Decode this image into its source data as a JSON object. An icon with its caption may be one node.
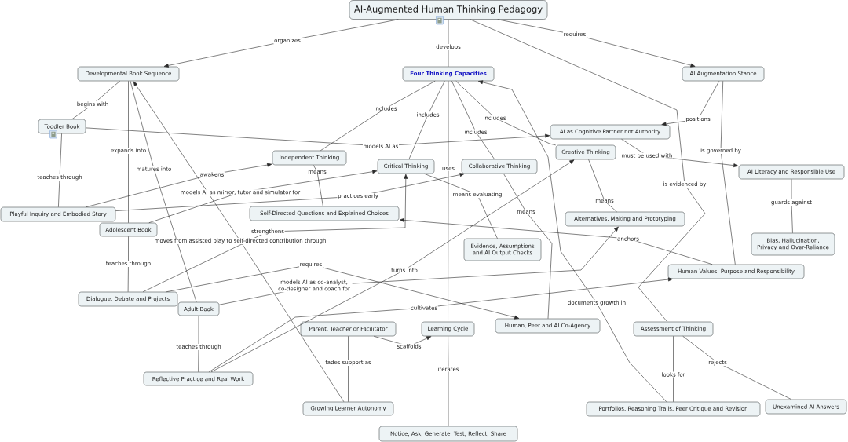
{
  "diagram": {
    "nodes": [
      {
        "text": [
          "AI-Augmented Human Thinking Pedagogy"
        ]
      },
      {
        "text": [
          "Developmental Book Sequence"
        ]
      },
      {
        "text": [
          "Four Thinking Capacities"
        ]
      },
      {
        "text": [
          "AI Augmentation Stance"
        ]
      },
      {
        "text": [
          "Toddler Book"
        ]
      },
      {
        "text": [
          "AI as Cognitive Partner not Authority"
        ]
      },
      {
        "text": [
          "Creative Thinking"
        ]
      },
      {
        "text": [
          "Independent Thinking"
        ]
      },
      {
        "text": [
          "Critical Thinking"
        ]
      },
      {
        "text": [
          "Collaborative Thinking"
        ]
      },
      {
        "text": [
          "AI Literacy and Responsible Use"
        ]
      },
      {
        "text": [
          "Playful Inquiry and Embodied Story"
        ]
      },
      {
        "text": [
          "Self-Directed Questions and Explained Choices"
        ]
      },
      {
        "text": [
          "Alternatives, Making and Prototyping"
        ]
      },
      {
        "text": [
          "Adolescent Book"
        ]
      },
      {
        "text": [
          "Bias, Hallucination, Privacy and Over-Reliance"
        ]
      },
      {
        "text": [
          "Evidence, Assumptions and AI Output Checks"
        ]
      },
      {
        "text": [
          "Human Values, Purpose and Responsibility"
        ]
      },
      {
        "text": [
          "Dialogue, Debate and Projects"
        ]
      },
      {
        "text": [
          "Adult Book"
        ]
      },
      {
        "text": [
          "Parent, Teacher or Facilitator"
        ]
      },
      {
        "text": [
          "Learning Cycle"
        ]
      },
      {
        "text": [
          "Human, Peer and AI Co-Agency"
        ]
      },
      {
        "text": [
          "Assessment of Thinking"
        ]
      },
      {
        "text": [
          "Reflective Practice and Real Work"
        ]
      },
      {
        "text": [
          "Growing Learner Autonomy"
        ]
      },
      {
        "text": [
          "Portfolios, Reasoning Trails, Peer Critique and Revision"
        ]
      },
      {
        "text": [
          "Unexamined AI Answers"
        ]
      },
      {
        "text": [
          "Notice, Ask, Generate, Test, Reflect, Share"
        ]
      }
    ],
    "edges": [
      {
        "from": 0,
        "to": 1,
        "arrow": "to",
        "label": "organizes"
      },
      {
        "from": 0,
        "to": 2,
        "arrow": "none",
        "label": "develops"
      },
      {
        "from": 0,
        "to": 3,
        "arrow": "to",
        "label": "requires"
      },
      {
        "from": 1,
        "to": 4,
        "arrow": "none",
        "label": "begins with"
      },
      {
        "from": 2,
        "to": 7,
        "arrow": "none",
        "label": "includes"
      },
      {
        "from": 2,
        "to": 8,
        "arrow": "none",
        "label": "includes"
      },
      {
        "from": 2,
        "to": 9,
        "arrow": "none",
        "label": "includes"
      },
      {
        "from": 2,
        "to": 6,
        "arrow": "none",
        "label": "includes"
      },
      {
        "from": 3,
        "to": 5,
        "arrow": "to",
        "label": "positions"
      },
      {
        "from": 1,
        "to": 14,
        "arrow": "none",
        "label": "expands into"
      },
      {
        "from": 4,
        "to": 5,
        "arrow": "to",
        "label": "models AI as"
      },
      {
        "from": 3,
        "to": 17,
        "arrow": "none",
        "label": "is governed by"
      },
      {
        "from": 5,
        "to": 10,
        "arrow": "to",
        "label": "must be used with"
      },
      {
        "from": 0,
        "to": 23,
        "arrow": "none",
        "label": "is evidenced by"
      },
      {
        "from": 4,
        "to": 11,
        "arrow": "none",
        "label": "teaches through"
      },
      {
        "from": 11,
        "to": 7,
        "arrow": "to",
        "label": "awakens"
      },
      {
        "from": 14,
        "to": 8,
        "arrow": "to",
        "label": "models AI as mirror, tutor and simulator for"
      },
      {
        "from": 11,
        "to": 9,
        "arrow": "to",
        "label": "practices early"
      },
      {
        "from": 2,
        "to": 21,
        "arrow": "none",
        "label": "uses"
      },
      {
        "from": 7,
        "to": 12,
        "arrow": "none",
        "label": "means"
      },
      {
        "from": 1,
        "to": 19,
        "arrow": "none",
        "label": "matures into"
      },
      {
        "from": 8,
        "to": 16,
        "arrow": "none",
        "label": "means evaluating"
      },
      {
        "from": 9,
        "to": 22,
        "arrow": "none",
        "label": "means"
      },
      {
        "from": 6,
        "to": 13,
        "arrow": "none",
        "label": "means"
      },
      {
        "from": 10,
        "to": 15,
        "arrow": "none",
        "label": "guards against"
      },
      {
        "from": 17,
        "to": 12,
        "arrow": "to",
        "label": "anchors"
      },
      {
        "from": 26,
        "to": 2,
        "arrow": "to",
        "label": "documents growth in"
      },
      {
        "from": 18,
        "to": 8,
        "arrow": "to",
        "label": "strengthens"
      },
      {
        "from": 25,
        "to": 1,
        "arrow": "to",
        "label": "moves from assisted play to self-directed contribution through"
      },
      {
        "from": 14,
        "to": 18,
        "arrow": "none",
        "label": "teaches through"
      },
      {
        "from": 18,
        "to": 22,
        "arrow": "to",
        "label": "requires"
      },
      {
        "from": 24,
        "to": 6,
        "arrow": "to",
        "label": "turns into"
      },
      {
        "from": 19,
        "to": 13,
        "arrow": "to",
        "label": "models AI as co-analyst, co-designer and coach for"
      },
      {
        "from": 24,
        "to": 17,
        "arrow": "to",
        "label": "cultivates"
      },
      {
        "from": 20,
        "to": 21,
        "arrow": "to",
        "label": "scaffolds"
      },
      {
        "from": 19,
        "to": 24,
        "arrow": "none",
        "label": "teaches through"
      },
      {
        "from": 20,
        "to": 25,
        "arrow": "none",
        "label": "fades support as"
      },
      {
        "from": 21,
        "to": 28,
        "arrow": "none",
        "label": "iterates"
      },
      {
        "from": 23,
        "to": 26,
        "arrow": "none",
        "label": "looks for"
      },
      {
        "from": 23,
        "to": 27,
        "arrow": "none",
        "label": "rejects"
      }
    ]
  }
}
